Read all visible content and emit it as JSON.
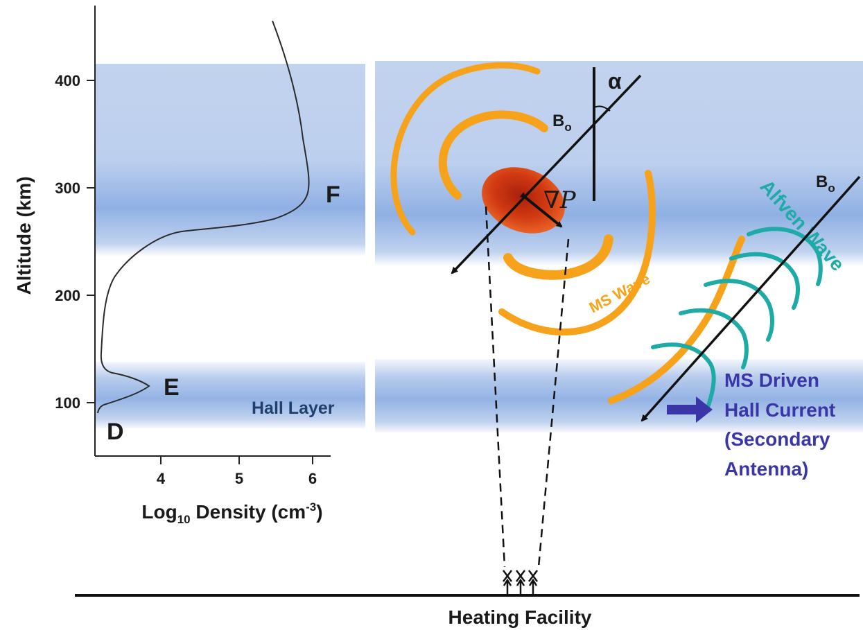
{
  "density_profile_chart": {
    "y_axis_label": "Altitude (km)",
    "y_ticks": [
      "100",
      "200",
      "300",
      "400"
    ],
    "x_ticks": [
      "4",
      "5",
      "6"
    ],
    "x_label_prefix": "Log",
    "x_label_sub": "10",
    "x_label_mid": " Density (cm",
    "x_label_sup": "-3",
    "x_label_end": ")",
    "layer_labels": {
      "f": "F",
      "e": "E",
      "d": "D",
      "hall": "Hall Layer"
    }
  },
  "schematic": {
    "alpha_label": "α",
    "b0_label_main": "B",
    "b0_label_sub": "o",
    "grad_p_nabla": "∇",
    "grad_p_p": "P",
    "ms_wave_label": "MS Wave",
    "alfven_wave_label": "Alfven Wave",
    "hall_current_lines": [
      "MS Driven",
      "Hall Current",
      "(Secondary",
      "Antenna)"
    ],
    "ground_label": "Heating Facility"
  },
  "colors": {
    "band_blue": "#7ea2dd",
    "ms_wave_orange": "#f7a21b",
    "alfven_teal": "#1eaaa6",
    "hall_current_purple": "#3a36a8",
    "hall_layer_text": "#1f3f6e",
    "heated_spot_red": "#d63a12"
  }
}
